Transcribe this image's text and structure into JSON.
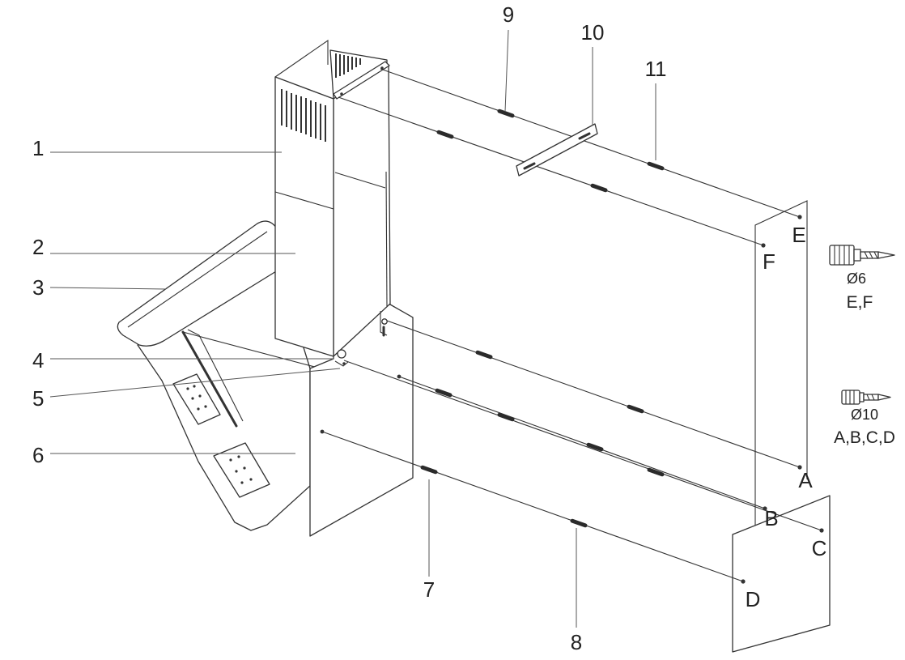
{
  "part_numbers": [
    "1",
    "2",
    "3",
    "4",
    "5",
    "6",
    "7",
    "8",
    "9",
    "10",
    "11"
  ],
  "hole_letters": [
    "A",
    "B",
    "C",
    "D",
    "E",
    "F"
  ],
  "drill_bits": [
    {
      "diameter": "Ø6",
      "holes": "E,F",
      "icon": "drill-icon"
    },
    {
      "diameter": "Ø10",
      "holes": "A,B,C,D",
      "icon": "drill-icon"
    }
  ],
  "colors": {
    "line": "#333333",
    "background": "#ffffff"
  }
}
